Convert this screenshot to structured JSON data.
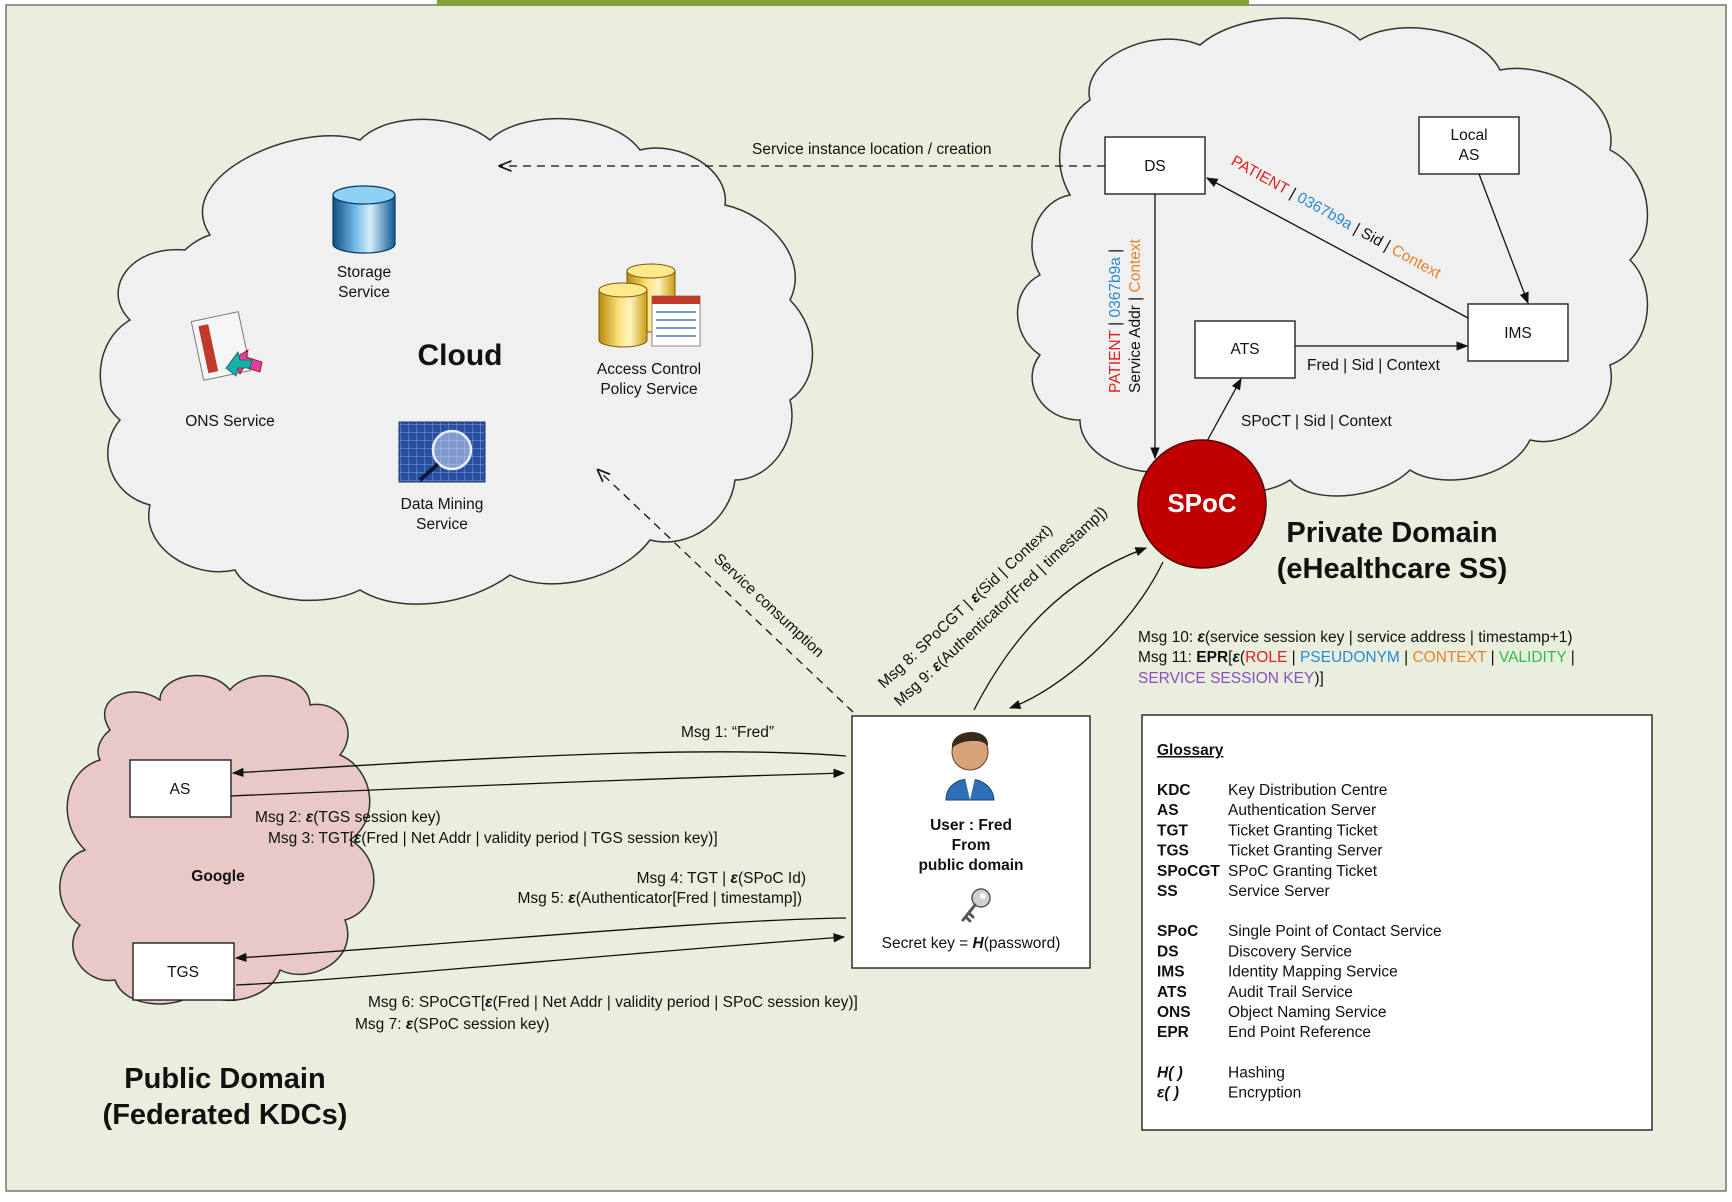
{
  "colors": {
    "background": "#e9efdc",
    "cloud_fill": "#f0f0f0",
    "public_cloud_fill": "#e9c8c8",
    "spoc_fill": "#c00000",
    "top_tab": "#84a13c",
    "patient": "#e02020",
    "pseudonym": "#2a8ad4",
    "context": "#e8822a",
    "validity": "#2cbd4c",
    "session_key": "#8a4fc0"
  },
  "icons": [
    "storage-icon",
    "ons-icon",
    "access-control-icon",
    "data-mining-icon",
    "user-icon",
    "key-icon"
  ],
  "cloud": {
    "title": "Cloud",
    "storage": [
      "Storage",
      "Service"
    ],
    "ons": "ONS Service",
    "acp": [
      "Access Control",
      "Policy Service"
    ],
    "dm": [
      "Data Mining",
      "Service"
    ]
  },
  "private": {
    "title": [
      "Private Domain",
      "(eHealthcare SS)"
    ],
    "ds": "DS",
    "local_as": [
      "Local",
      "AS"
    ],
    "ims": "IMS",
    "ats": "ATS",
    "spoc": "SPoC",
    "ims_to_ds": {
      "a": "PATIENT",
      "s1": " | ",
      "b": "0367b9a",
      "s2": " | Sid | ",
      "c": "Context"
    },
    "ds_to_spoc": {
      "a": "PATIENT",
      "s1": " | ",
      "b": "0367b9a",
      "s2": " |",
      "line2a": "Service Addr | ",
      "c": "Context"
    },
    "ats_ims": "Fred | Sid | Context",
    "spoc_ats": "SPoCT | Sid | Context"
  },
  "public": {
    "title": [
      "Public Domain",
      "(Federated KDCs)"
    ],
    "as": "AS",
    "tgs": "TGS",
    "google": "Google"
  },
  "user": {
    "lines": [
      "User : Fred",
      "From",
      "public domain"
    ],
    "secret_pre": "Secret key = ",
    "secret_h": "H",
    "secret_post": "(password)"
  },
  "labels": {
    "service_instance": "Service instance location / creation",
    "service_consumption": "Service consumption",
    "msg1": "Msg 1: “Fred”",
    "msg2_pre": "Msg 2: ",
    "msg2_post": "(TGS session key)",
    "msg3_pre": "Msg 3: TGT[",
    "msg3_post": "(Fred | Net Addr | validity period | TGS session key)]",
    "msg4_pre": "Msg 4: TGT | ",
    "msg4_post": "(SPoC Id)",
    "msg5_pre": "Msg 5: ",
    "msg5_post": "(Authenticator[Fred | timestamp])",
    "msg6_pre": "Msg 6: SPoCGT[",
    "msg6_post": "(Fred | Net Addr | validity period | SPoC session key)]",
    "msg7_pre": "Msg 7: ",
    "msg7_post": "(SPoC session key)",
    "msg8_pre": "Msg 8: SPoCGT | ",
    "msg8_post": "(Sid | Context)",
    "msg9_pre": "Msg 9: ",
    "msg9_post": "(Authenticator[Fred | timestamp])",
    "msg10_pre": "Msg 10: ",
    "msg10_post": "(service session key | service address | timestamp+1)",
    "msg11_pre": "Msg 11: ",
    "msg11_epr": "EPR",
    "msg11_b1": "[",
    "msg11_b2": "(",
    "role": "ROLE",
    "sep": " | ",
    "pseudonym": "PSEUDONYM",
    "context": "CONTEXT",
    "validity": "VALIDITY",
    "sep_end": " |",
    "session_key": "SERVICE SESSION KEY",
    "close": ")]",
    "epsilon": "ε"
  },
  "glossary": {
    "title": "Glossary",
    "items": [
      {
        "abbr": "KDC",
        "def": "Key Distribution Centre"
      },
      {
        "abbr": "AS",
        "def": "Authentication Server"
      },
      {
        "abbr": "TGT",
        "def": "Ticket Granting Ticket"
      },
      {
        "abbr": "TGS",
        "def": "Ticket Granting Server"
      },
      {
        "abbr": "SPoCGT",
        "def": "SPoC Granting Ticket"
      },
      {
        "abbr": "SS",
        "def": "Service Server"
      },
      {
        "abbr": "SPoC",
        "def": "Single Point of Contact Service"
      },
      {
        "abbr": "DS",
        "def": "Discovery Service"
      },
      {
        "abbr": "IMS",
        "def": "Identity Mapping Service"
      },
      {
        "abbr": "ATS",
        "def": "Audit Trail Service"
      },
      {
        "abbr": "ONS",
        "def": "Object Naming Service"
      },
      {
        "abbr": "EPR",
        "def": "End Point Reference"
      },
      {
        "abbr": "H( )",
        "def": "Hashing"
      },
      {
        "abbr": "ε( )",
        "def": "Encryption"
      }
    ]
  }
}
